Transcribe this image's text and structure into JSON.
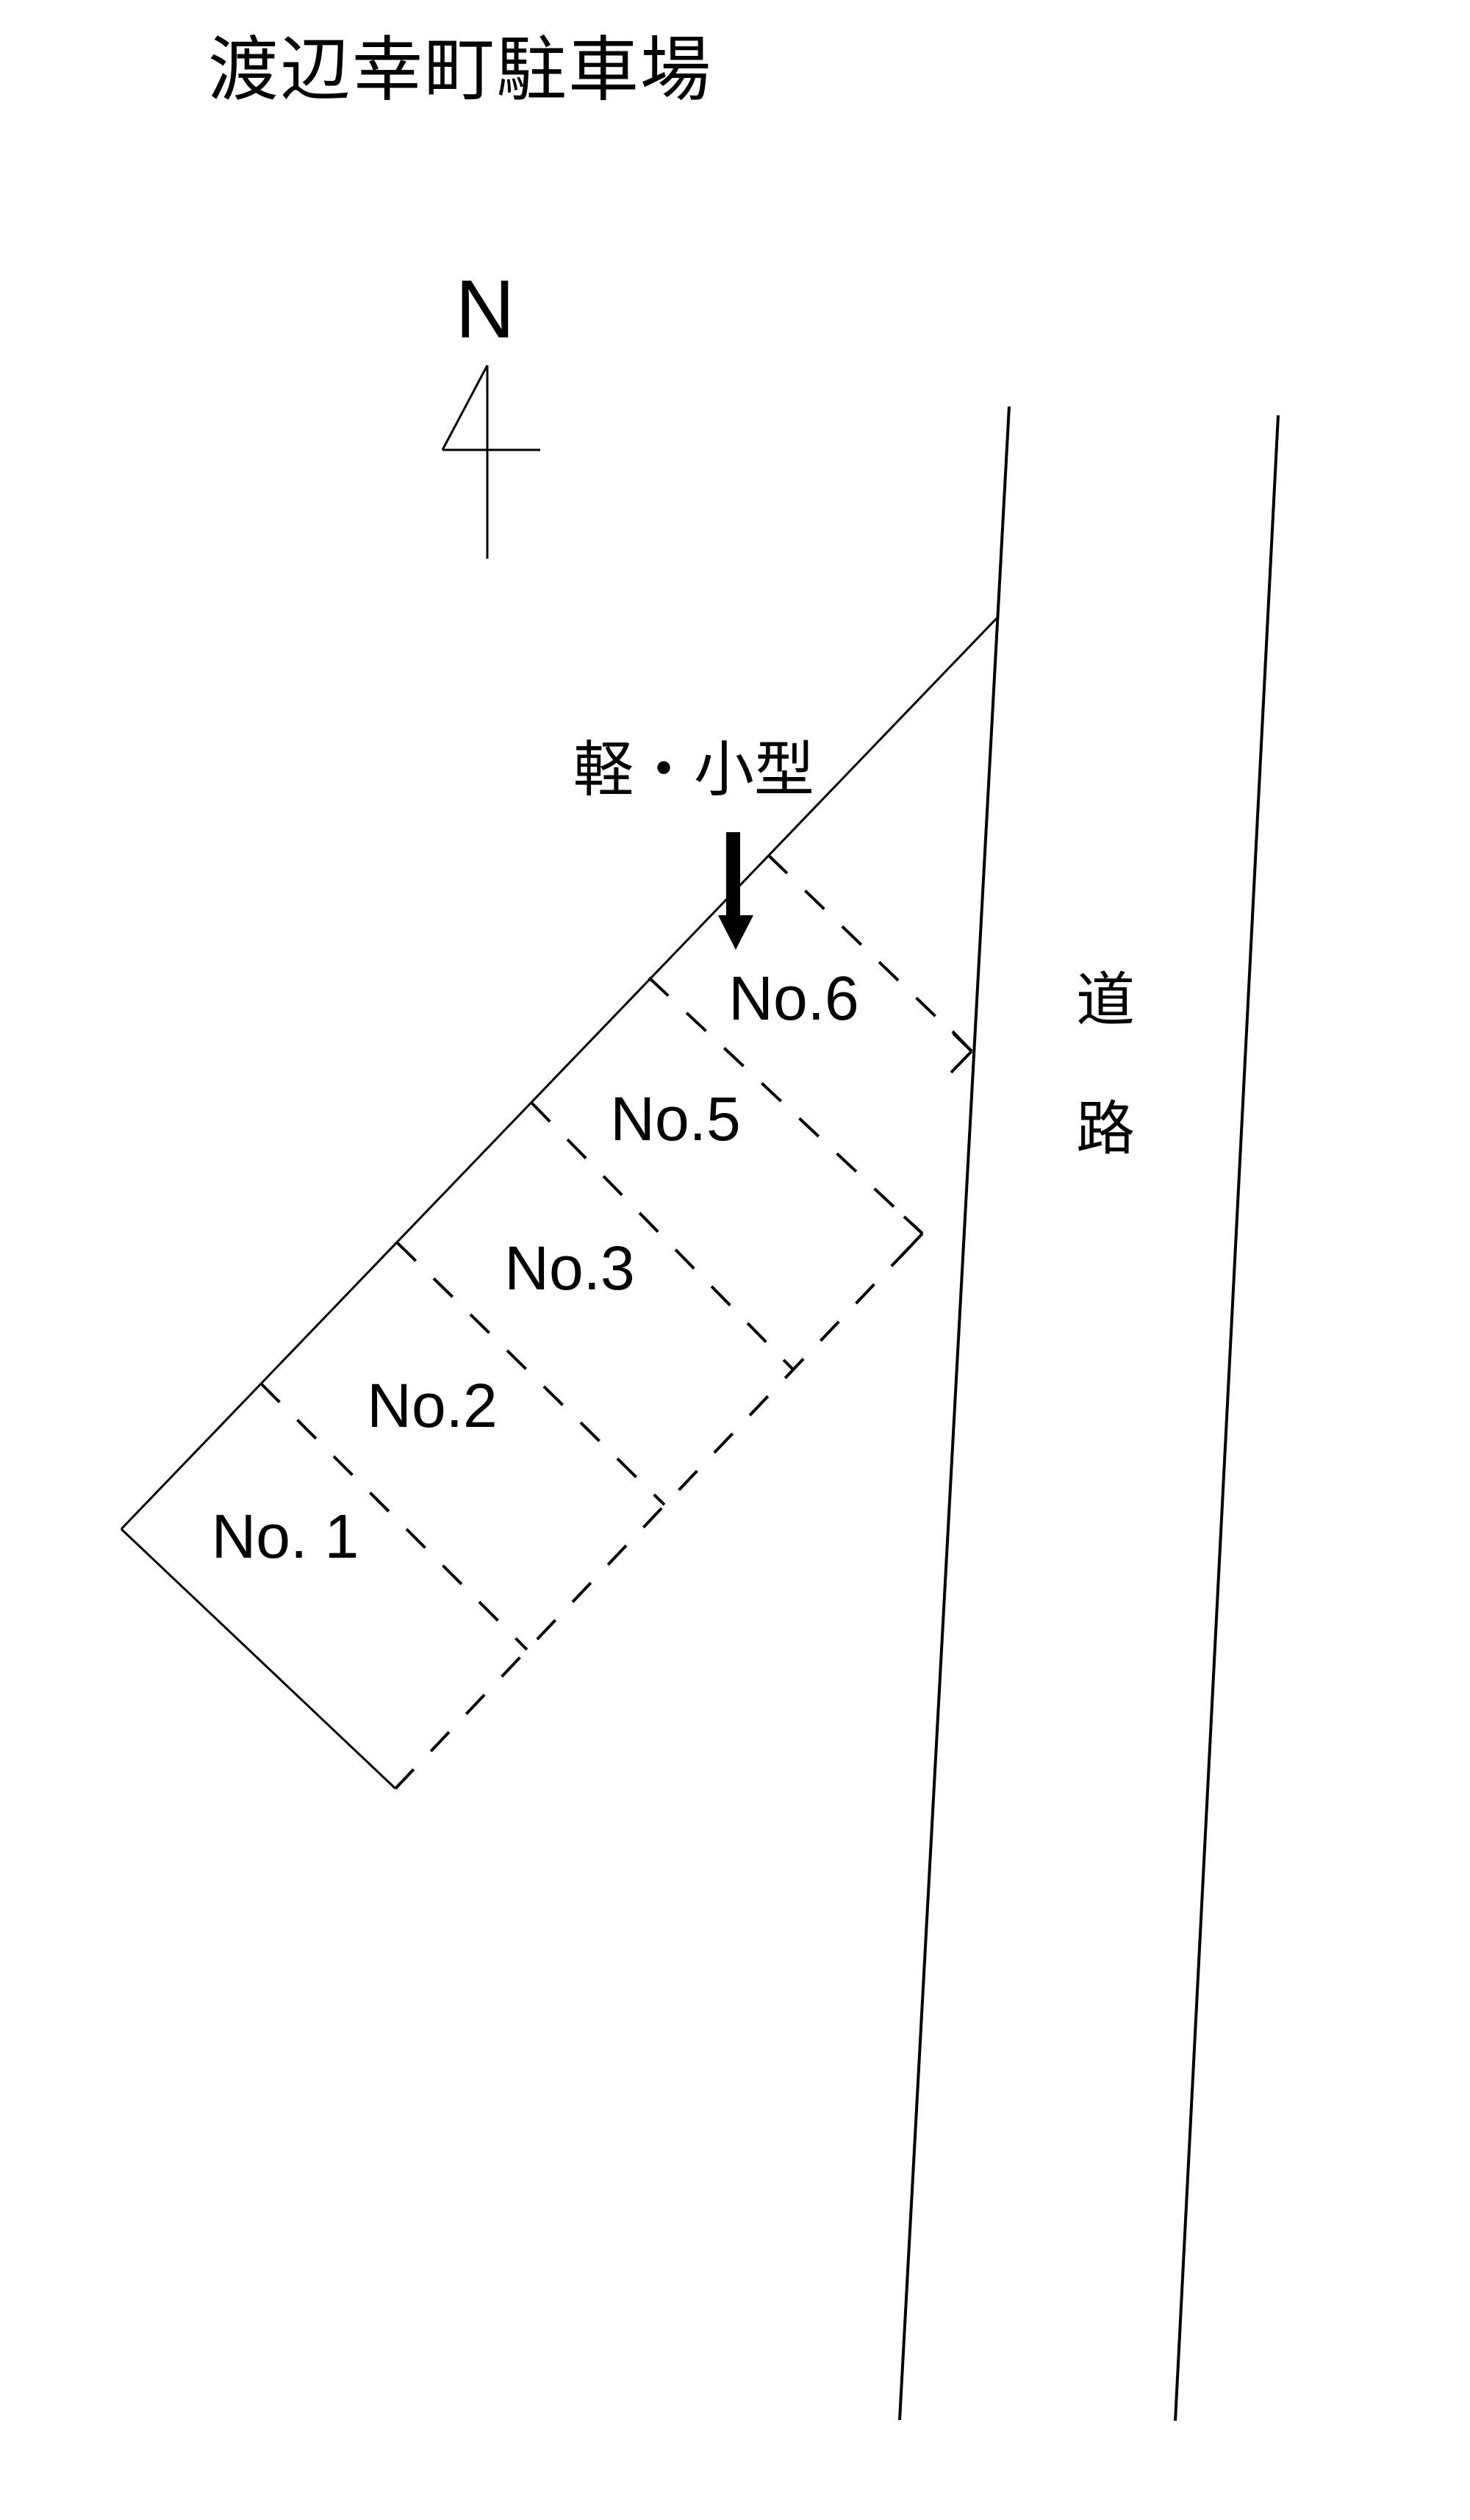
{
  "title": "渡辺幸町駐車場",
  "compass": {
    "label": "N"
  },
  "vehicle_note": {
    "label": "軽・小型"
  },
  "road": {
    "label": "道路",
    "chars": [
      "道",
      "路"
    ]
  },
  "spaces": [
    {
      "id": "no1",
      "label": "No. 1"
    },
    {
      "id": "no2",
      "label": "No.2"
    },
    {
      "id": "no3",
      "label": "No.3"
    },
    {
      "id": "no5",
      "label": "No.5"
    },
    {
      "id": "no6",
      "label": "No.6"
    }
  ],
  "colors": {
    "line": "#000000",
    "background": "#ffffff"
  }
}
